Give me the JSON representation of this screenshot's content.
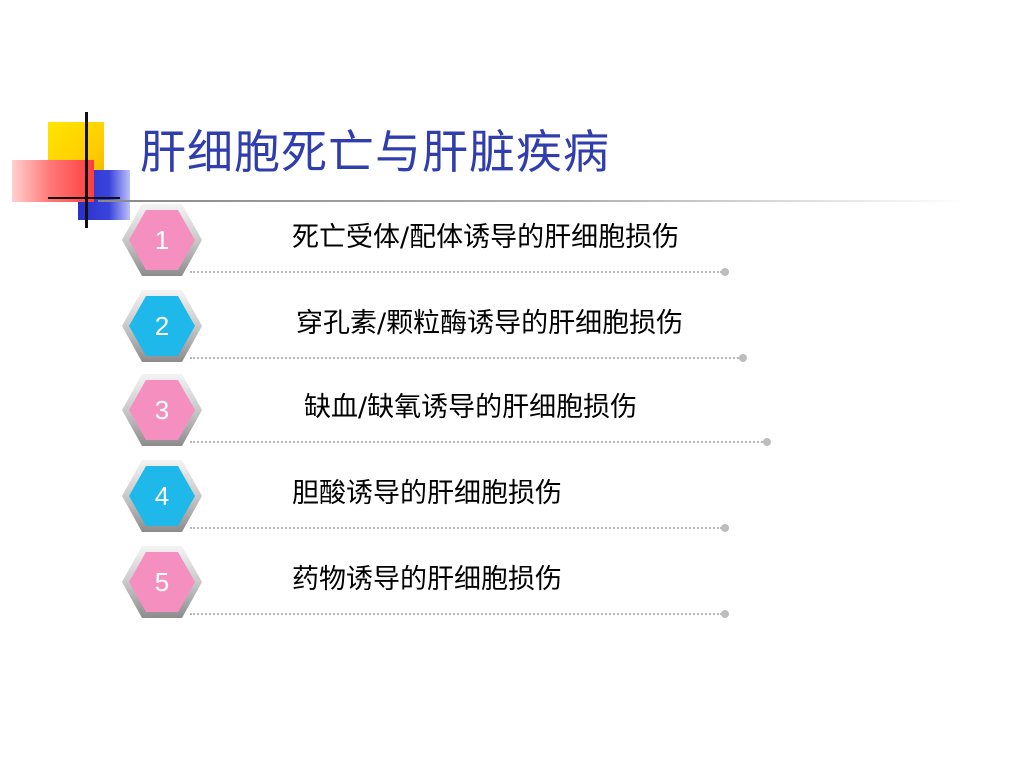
{
  "slide": {
    "title": "肝细胞死亡与肝脏疾病",
    "items": [
      {
        "number": "1",
        "text": "死亡受体/配体诱导的肝细胞损伤",
        "color": "#f58fbf"
      },
      {
        "number": "2",
        "text": "穿孔素/颗粒酶诱导的肝细胞损伤",
        "color": "#1fb8ea"
      },
      {
        "number": "3",
        "text": "缺血/缺氧诱导的肝细胞损伤",
        "color": "#f58fbf"
      },
      {
        "number": "4",
        "text": "胆酸诱导的肝细胞损伤",
        "color": "#1fb8ea"
      },
      {
        "number": "5",
        "text": "药物诱导的肝细胞损伤",
        "color": "#f58fbf"
      }
    ]
  },
  "colors": {
    "title": "#2f3dad",
    "pink_hex": "#f58fbf",
    "blue_hex": "#1fb8ea",
    "logo_yellow": "#ffcc00",
    "logo_blue": "#2830c8",
    "logo_red": "#ff3d3d"
  }
}
